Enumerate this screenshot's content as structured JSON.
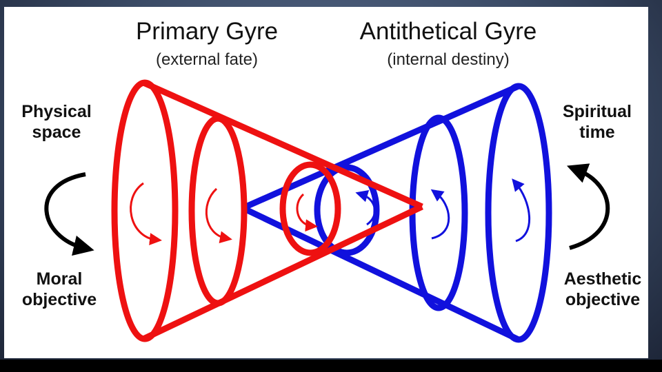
{
  "primary": {
    "title": "Primary Gyre",
    "subtitle": "(external fate)",
    "color": "#ee1111"
  },
  "antithetical": {
    "title": "Antithetical Gyre",
    "subtitle": "(internal destiny)",
    "color": "#1111dd"
  },
  "left": {
    "top_line1": "Physical",
    "top_line2": "space",
    "bottom_line1": "Moral",
    "bottom_line2": "objective"
  },
  "right": {
    "top_line1": "Spiritual",
    "top_line2": "time",
    "bottom_line1": "Aesthetic",
    "bottom_line2": "objective"
  },
  "arrow_color": "#000000"
}
